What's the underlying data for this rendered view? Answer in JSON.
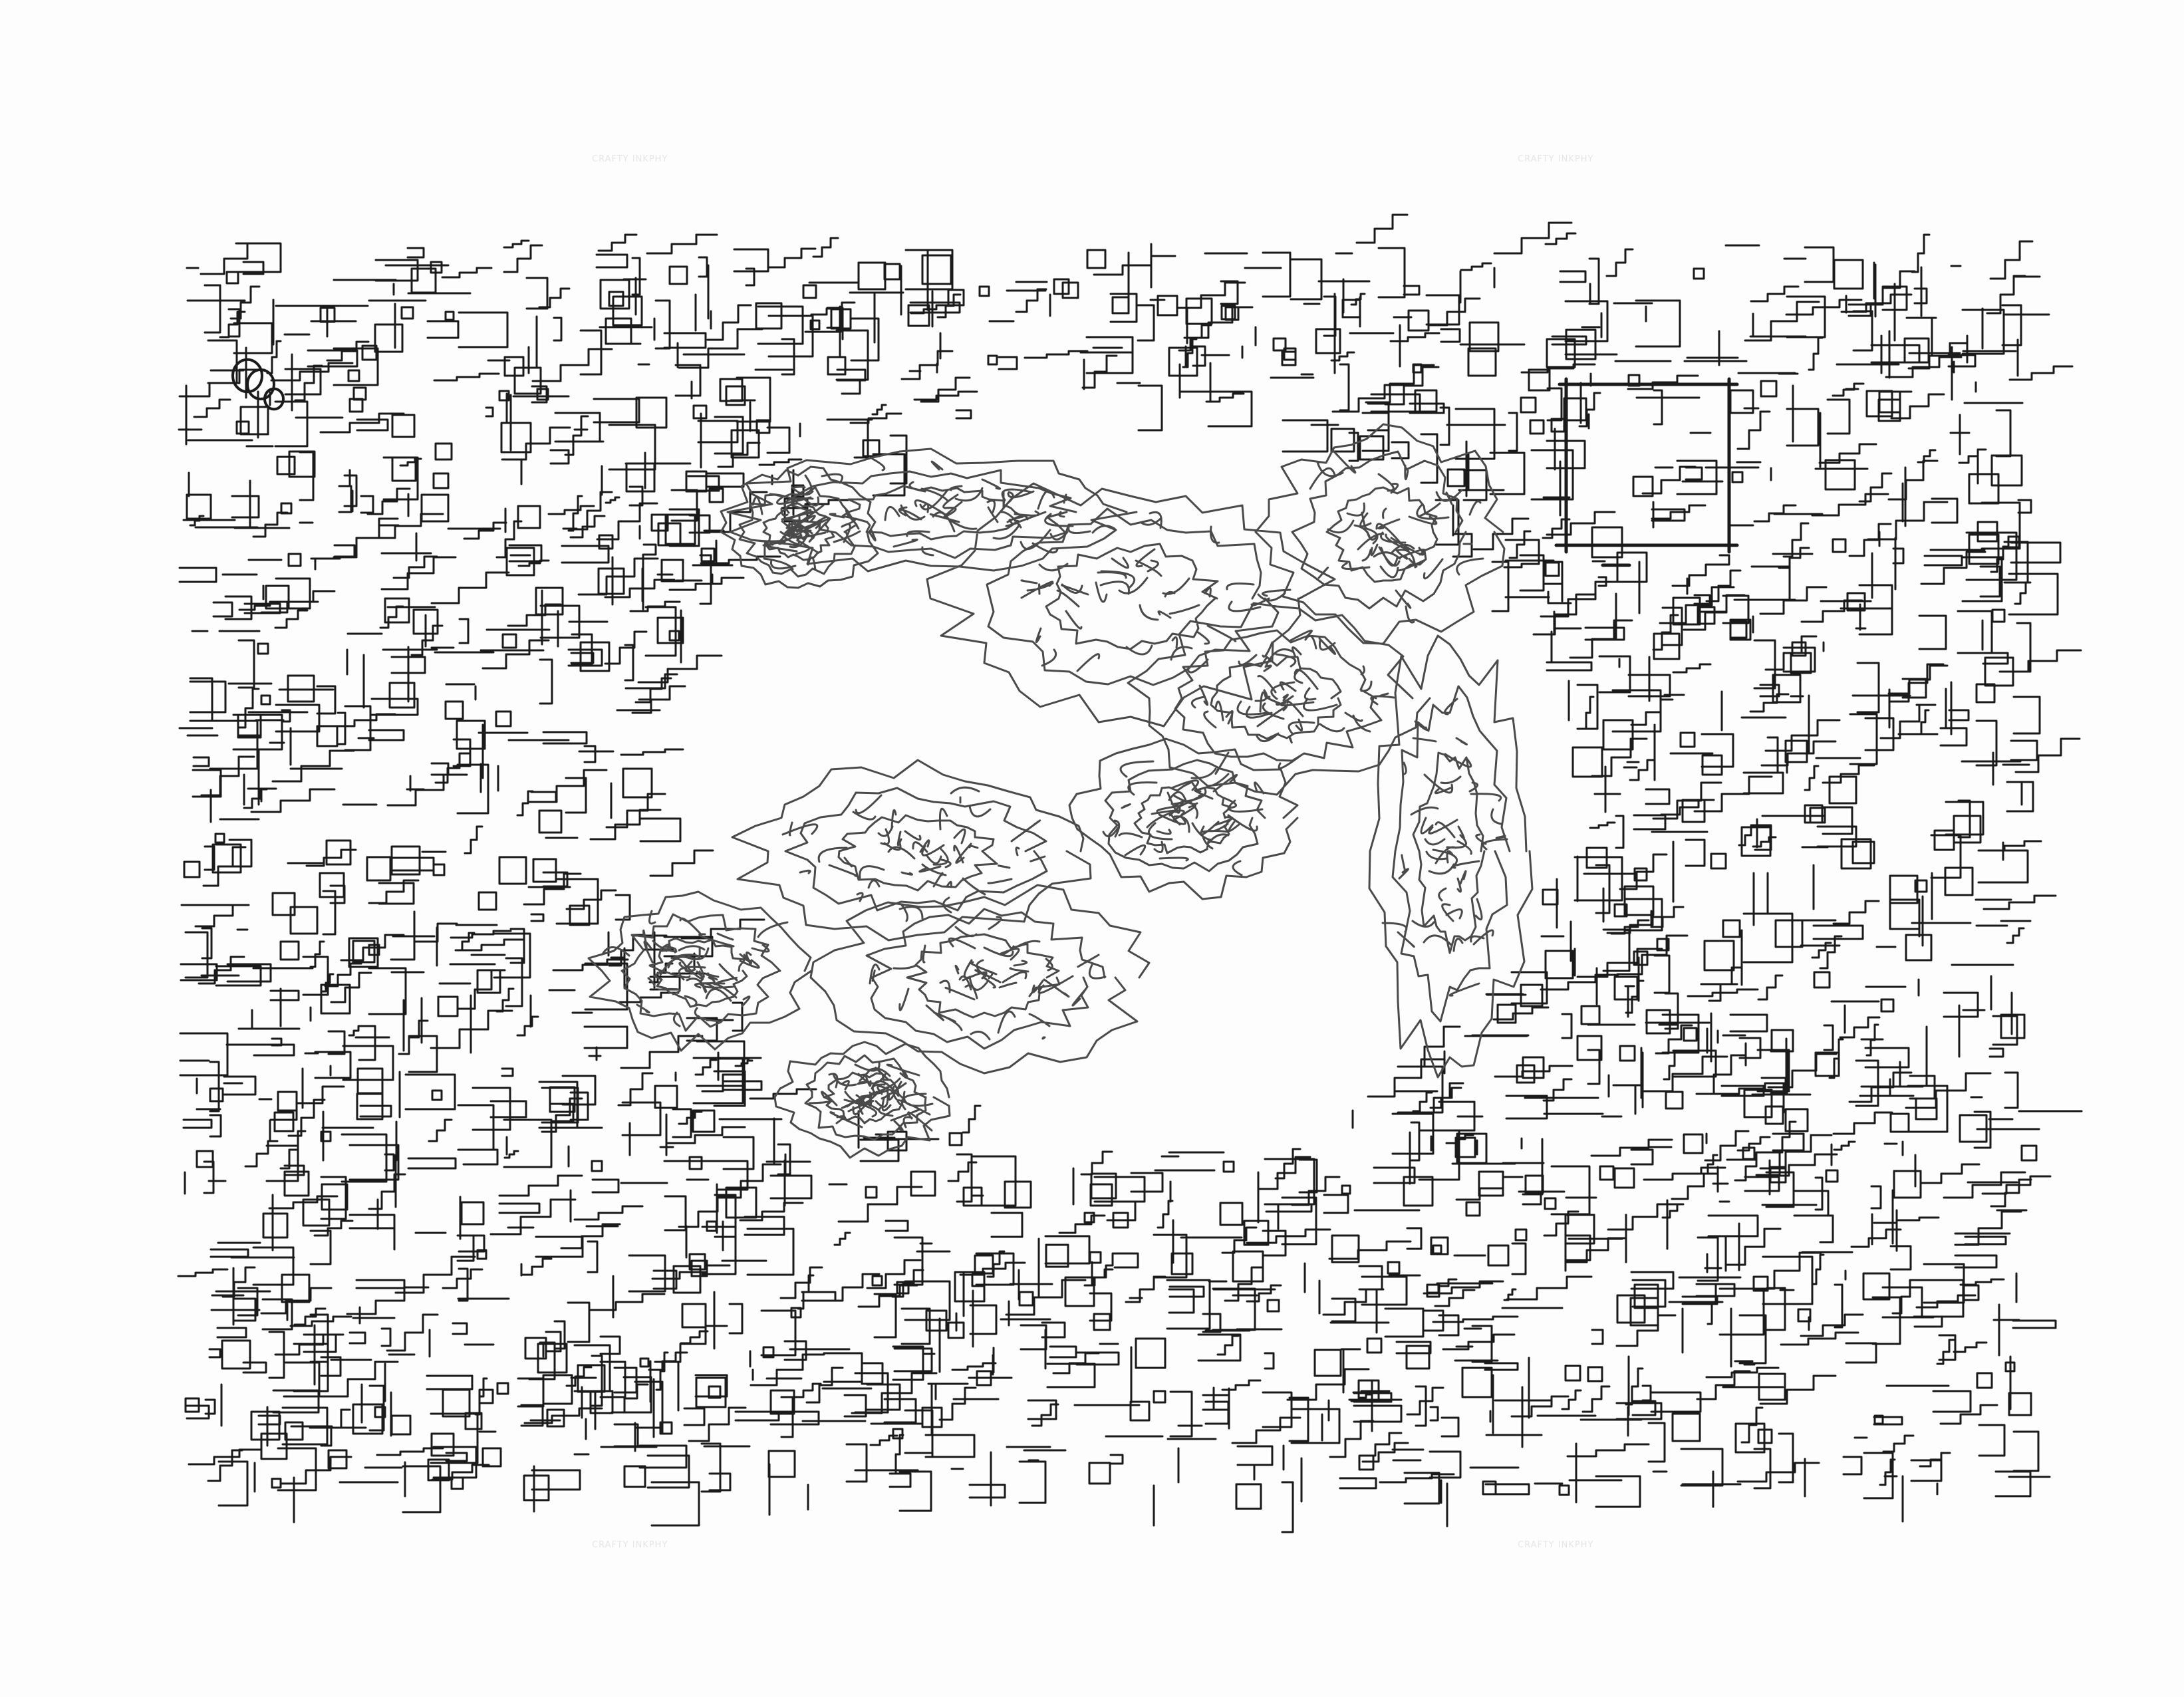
{
  "image": {
    "description_role": "pencil line-art drawing",
    "ink_color": "#1a1a1a",
    "paper_color": "#fdfdfd",
    "figure_ink_color": "#4a4a4a"
  },
  "watermarks": {
    "text_1": "CRAFTY INKPHY",
    "text_2": "CRAFTY INKPHY",
    "text_3": "CRAFTY INKPHY",
    "text_4": "CRAFTY INKPHY"
  }
}
